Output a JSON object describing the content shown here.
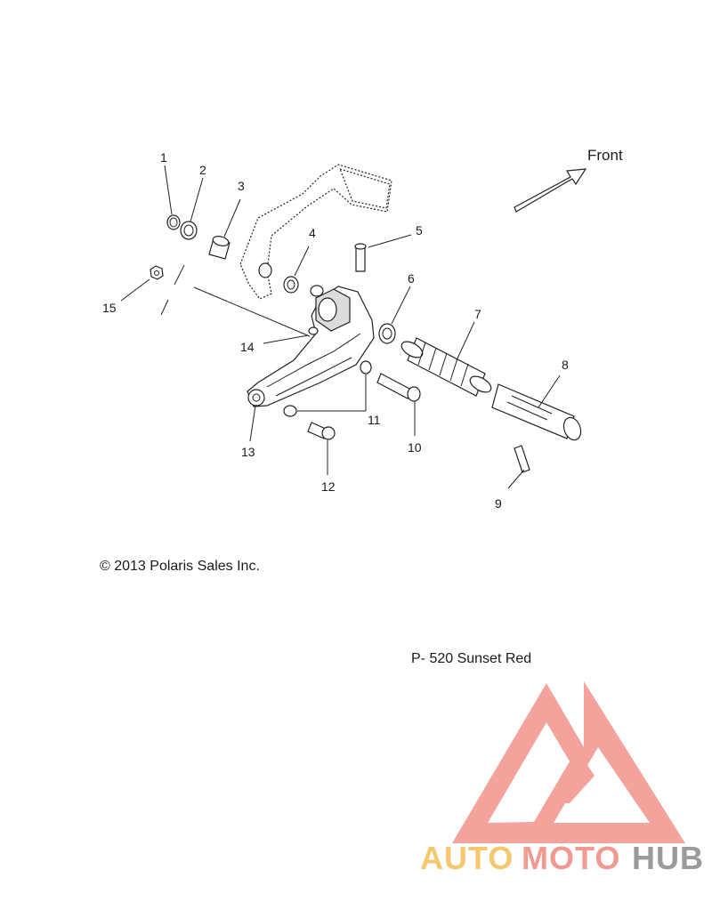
{
  "diagram": {
    "front_label": "Front",
    "callouts": [
      "1",
      "2",
      "3",
      "4",
      "5",
      "6",
      "7",
      "8",
      "9",
      "10",
      "11",
      "12",
      "13",
      "14",
      "15"
    ],
    "copyright": "© 2013 Polaris Sales Inc.",
    "paint_code": "P- 520  Sunset Red"
  },
  "watermark": {
    "part1": "AUTO",
    "part2": "MOTO",
    "part3": "HUB",
    "colors": {
      "triangle": "#f29a92",
      "auto": "#f5c86e",
      "moto": "#f29a92",
      "hub": "#9a9a9a"
    }
  }
}
